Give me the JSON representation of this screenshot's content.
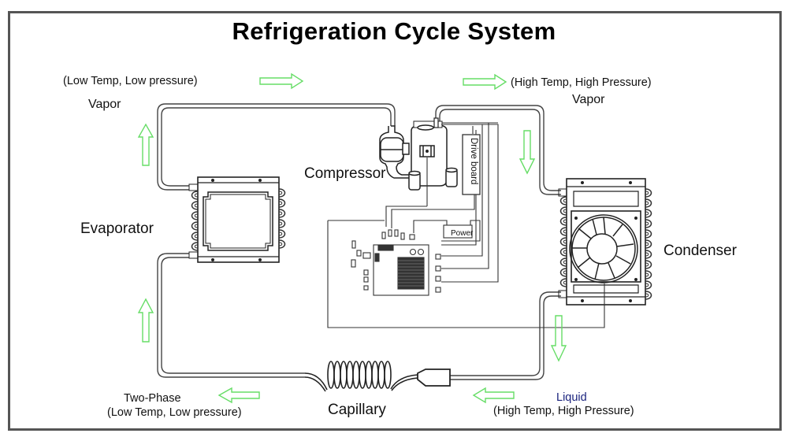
{
  "title": "Refrigeration Cycle System",
  "colors": {
    "frame": "#555555",
    "arrow": "#66dd66",
    "pipe": "#333333",
    "liquid_label": "#1a237e"
  },
  "components": {
    "compressor": "Compressor",
    "evaporator": "Evaporator",
    "condenser": "Condenser",
    "capillary": "Capillary",
    "drive_board": "Drive board",
    "power": "Power"
  },
  "states": {
    "top_left": {
      "condition": "(Low Temp, Low pressure)",
      "phase": "Vapor"
    },
    "top_right": {
      "condition": "(High Temp, High Pressure)",
      "phase": "Vapor"
    },
    "bottom_left": {
      "phase": "Two-Phase",
      "condition": "(Low Temp, Low pressure)"
    },
    "bottom_right": {
      "phase": "Liquid",
      "condition": "(High Temp, High Pressure)"
    }
  },
  "flow_arrows": [
    {
      "id": "top-left-right",
      "direction": "right"
    },
    {
      "id": "top-right-right",
      "direction": "right"
    },
    {
      "id": "left-upper-up",
      "direction": "up"
    },
    {
      "id": "left-lower-up",
      "direction": "up"
    },
    {
      "id": "right-upper-down",
      "direction": "down"
    },
    {
      "id": "right-lower-down",
      "direction": "down"
    },
    {
      "id": "bottom-left-left",
      "direction": "left"
    },
    {
      "id": "bottom-right-left",
      "direction": "left"
    }
  ]
}
